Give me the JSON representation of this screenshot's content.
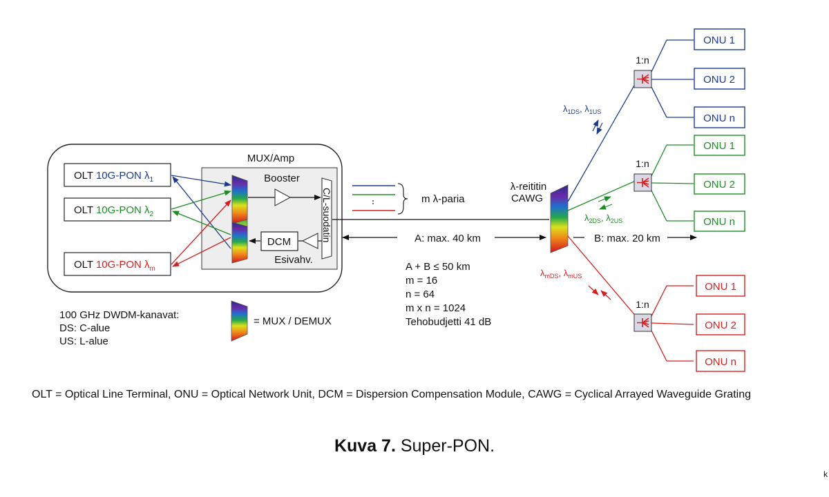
{
  "olt": [
    {
      "prefix": "OLT ",
      "label": "10G-PON ",
      "lambda": "λ",
      "sub": "1",
      "color": "#1a3a8c"
    },
    {
      "prefix": "OLT ",
      "label": "10G-PON ",
      "lambda": "λ",
      "sub": "2",
      "color": "#1e8c24"
    },
    {
      "prefix": "OLT ",
      "label": "10G-PON ",
      "lambda": "λ",
      "sub": "m",
      "color": "#d42020"
    }
  ],
  "mux_amp": {
    "title": "MUX/Amp",
    "booster": "Booster",
    "filter": "C/L-suodatin",
    "dcm": "DCM",
    "preamp": "Esivahv."
  },
  "pairs_label": "m λ-paria",
  "link_a": "A: max. 40 km",
  "link_b": "B: max. 20 km",
  "router": {
    "line1": "λ-reititin",
    "line2": "CAWG"
  },
  "params": [
    "A + B ≤ 50 km",
    "m = 16",
    "n = 64",
    "m x n = 1024",
    "Tehobudjetti 41 dB"
  ],
  "channels": [
    "100 GHz DWDM-kanavat:",
    "DS: C-alue",
    "US: L-alue"
  ],
  "legend_mux": "= MUX / DEMUX",
  "groups": [
    {
      "split": "1:n",
      "onus": [
        "ONU 1",
        "ONU 2",
        "ONU n"
      ],
      "color": "#1a3a8c",
      "lam_a": "λ",
      "sub_a": "1DS",
      "lam_b": "λ",
      "sub_b": "1US"
    },
    {
      "split": "1:n",
      "onus": [
        "ONU 1",
        "ONU 2",
        "ONU n"
      ],
      "color": "#1e8c24",
      "lam_a": "λ",
      "sub_a": "2DS",
      "lam_b": "λ",
      "sub_b": "2US"
    },
    {
      "split": "1:n",
      "onus": [
        "ONU 1",
        "ONU 2",
        "ONU n"
      ],
      "color": "#d42020",
      "lam_a": "λ",
      "sub_a": "mDS",
      "lam_b": "λ",
      "sub_b": "mUS"
    }
  ],
  "abbreviations": "OLT = Optical Line Terminal, ONU = Optical Network Unit, DCM = Dispersion Compensation Module, CAWG = Cyclical Arrayed Waveguide Grating",
  "caption": {
    "bold": "Kuva 7.",
    "text": " Super-PON."
  },
  "corner_mark": "k"
}
